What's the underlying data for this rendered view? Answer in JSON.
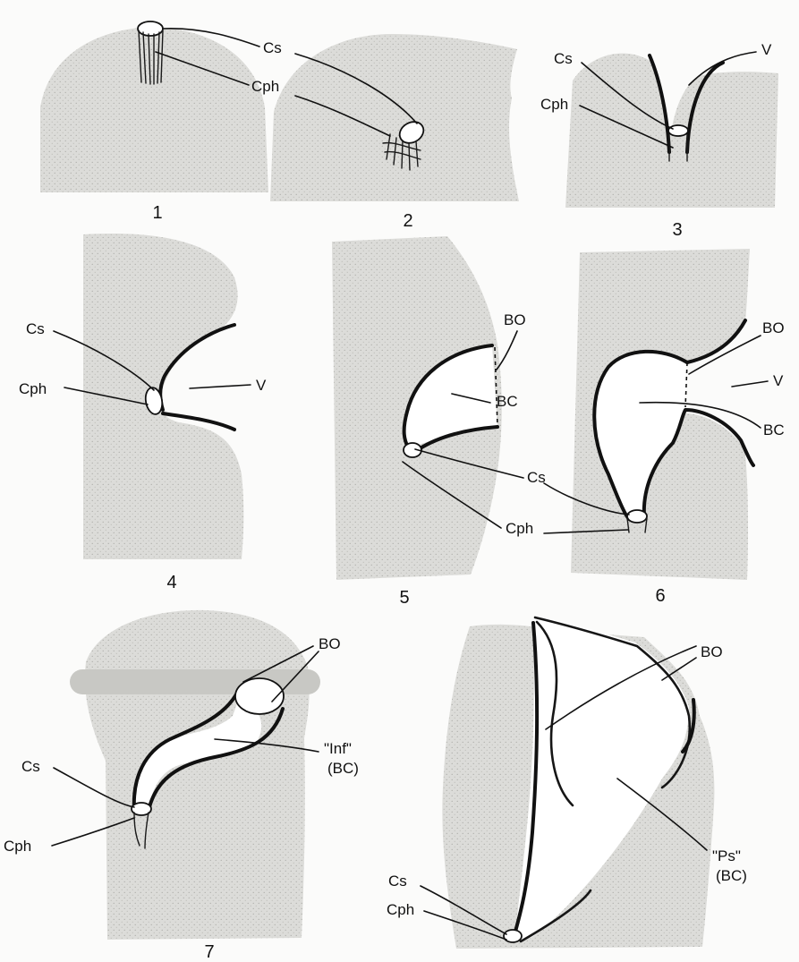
{
  "figure": {
    "top_text": "",
    "panels": [
      {
        "number": "1",
        "labels": {
          "cs": "Cs",
          "cph": "Cph"
        }
      },
      {
        "number": "2"
      },
      {
        "number": "3",
        "labels": {
          "cs": "Cs",
          "cph": "Cph",
          "v": "V"
        }
      },
      {
        "number": "4",
        "labels": {
          "cs": "Cs",
          "cph": "Cph",
          "v": "V"
        }
      },
      {
        "number": "5",
        "labels": {
          "bo": "BO",
          "bc": "BC",
          "cs": "Cs",
          "cph": "Cph"
        }
      },
      {
        "number": "6",
        "labels": {
          "bo": "BO",
          "v": "V",
          "bc": "BC"
        }
      },
      {
        "number": "7",
        "labels": {
          "bo": "BO",
          "inf": "\"Inf\"",
          "inf_sub": "(BC)",
          "cs": "Cs",
          "cph": "Cph"
        }
      },
      {
        "number": "",
        "labels": {
          "bo": "BO",
          "ps": "\"Ps\"",
          "ps_sub": "(BC)",
          "cs": "Cs",
          "cph": "Cph"
        }
      }
    ]
  }
}
